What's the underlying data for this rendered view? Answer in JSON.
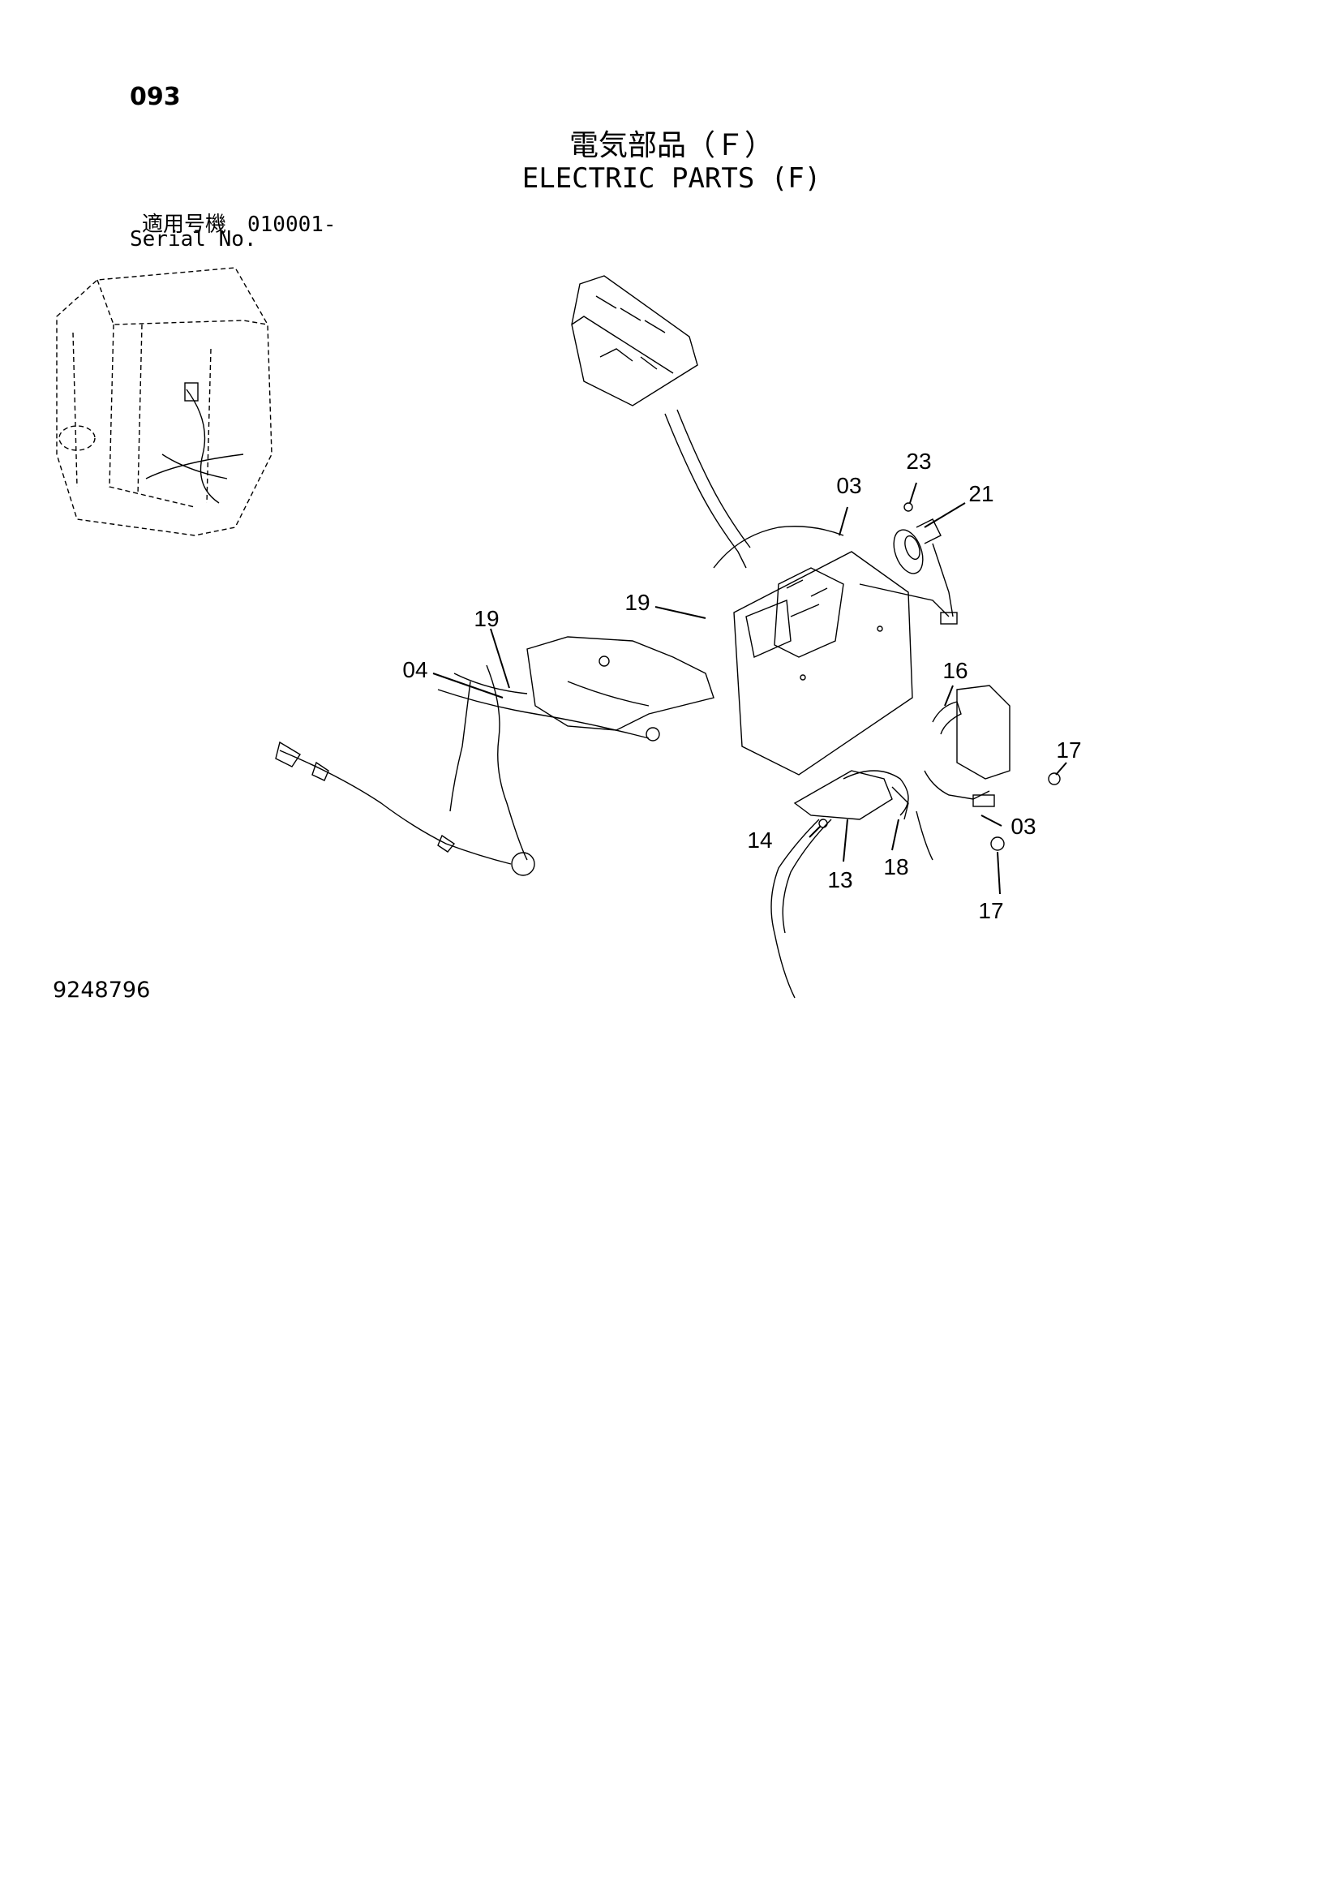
{
  "page_number": "093",
  "title_jp": "電気部品（Ｆ）",
  "title_en": "ELECTRIC PARTS (F)",
  "serial_label_jp": "適用号機　010001-",
  "serial_label_en": "Serial No.",
  "document_number": "9248796",
  "callouts": [
    "03",
    "23",
    "21",
    "19",
    "19",
    "04",
    "16",
    "17",
    "14",
    "03",
    "13",
    "18",
    "17"
  ]
}
